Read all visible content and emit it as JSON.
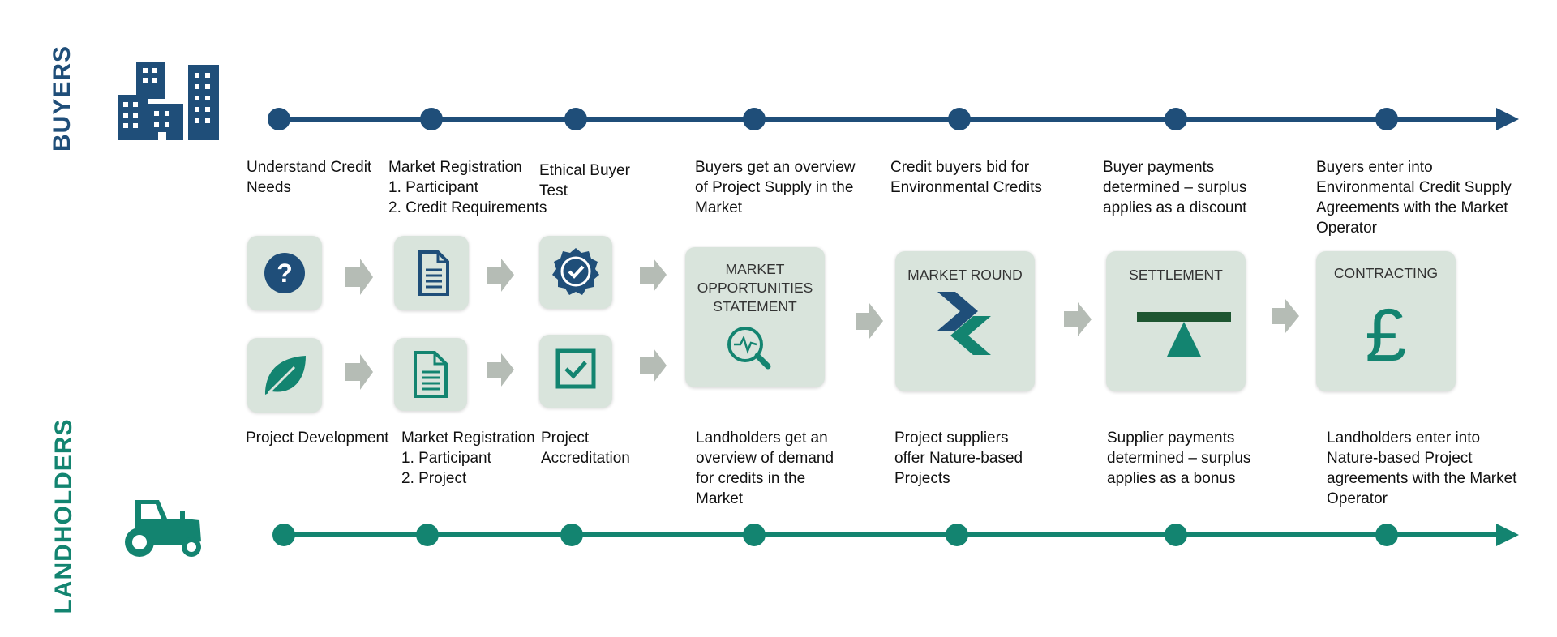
{
  "labels": {
    "buyers": "BUYERS",
    "landholders": "LANDHOLDERS"
  },
  "colors": {
    "buyers": "#1f4e79",
    "landholders": "#138470",
    "box": "#d9e4dc",
    "arrow": "#b5bcb5"
  },
  "buyer_steps": [
    "Understand Credit\nNeeds",
    "Market Registration\n1. Participant\n2. Credit Requirements",
    "Ethical Buyer\nTest",
    "Buyers get an overview\nof Project Supply in the\nMarket",
    "Credit buyers bid for\nEnvironmental Credits",
    "Buyer payments\ndetermined – surplus\napplies as a discount",
    "Buyers enter into\nEnvironmental Credit Supply\nAgreements with the  Market\nOperator"
  ],
  "landholder_steps": [
    "Project Development",
    "Market Registration\n1. Participant\n2. Project",
    "Project\nAccreditation",
    "Landholders get an\noverview of demand\nfor credits in the\nMarket",
    "Project suppliers\noffer Nature-based\nProjects",
    "Supplier payments\ndetermined – surplus\napplies as a bonus",
    "Landholders enter into\nNature-based Project\nagreements with the Market\nOperator"
  ],
  "stages": {
    "market_opportunities": "MARKET\nOPPORTUNITIES\nSTATEMENT",
    "market_round": "MARKET ROUND",
    "settlement": "SETTLEMENT",
    "contracting": "CONTRACTING"
  },
  "icons": {
    "buyers": "office-buildings-icon",
    "landholders": "tractor-icon",
    "step1_buyer": "question-icon",
    "step1_land": "leaf-icon",
    "step2_buyer": "document-icon",
    "step2_land": "document-icon",
    "step3_buyer": "verified-badge-icon",
    "step3_land": "checkbox-icon",
    "market_opportunities": "magnifier-chart-icon",
    "market_round": "bid-arrows-icon",
    "settlement": "balance-scale-icon",
    "contracting": "pound-sign-icon"
  }
}
